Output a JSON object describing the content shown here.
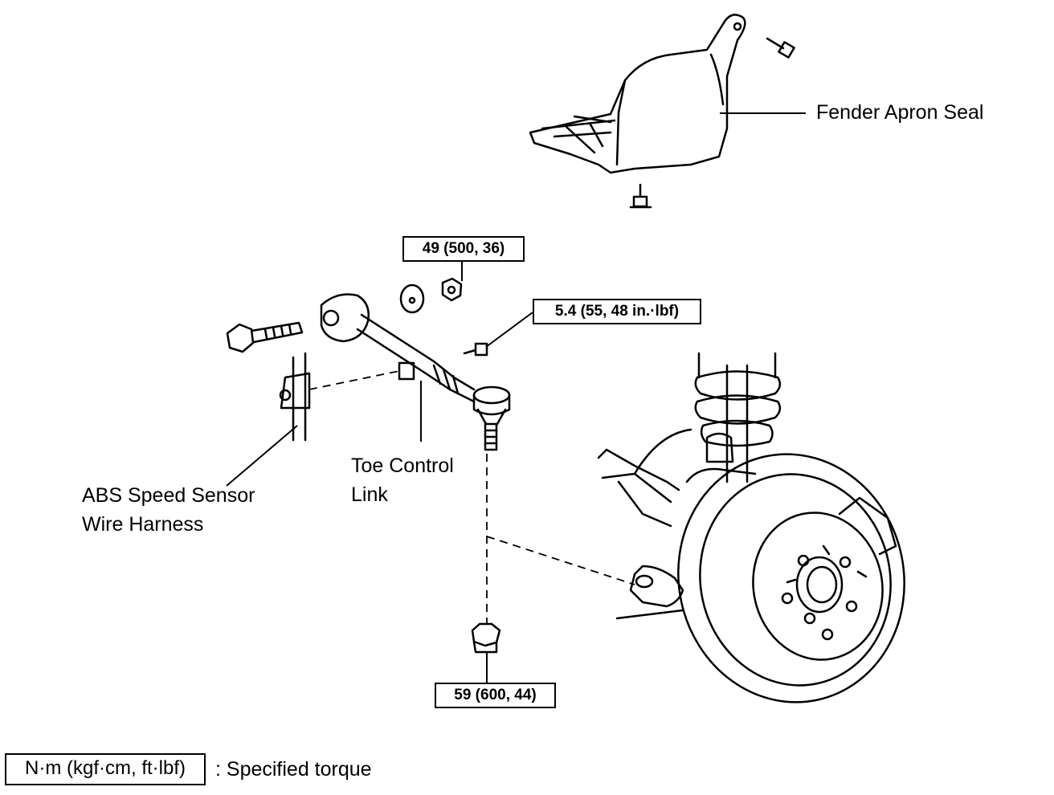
{
  "labels": {
    "fender_apron_seal": "Fender Apron Seal",
    "toe_control_link_1": "Toe Control",
    "toe_control_link_2": "Link",
    "abs_sensor_1": "ABS Speed Sensor",
    "abs_sensor_2": "Wire Harness"
  },
  "torques": {
    "upper_nut": "49 (500, 36)",
    "bracket_bolt": "5.4 (55, 48 in.·lbf)",
    "lower_nut": "59 (600, 44)"
  },
  "legend": {
    "unit": "N·m (kgf·cm, ft·lbf)",
    "text": ": Specified torque"
  }
}
